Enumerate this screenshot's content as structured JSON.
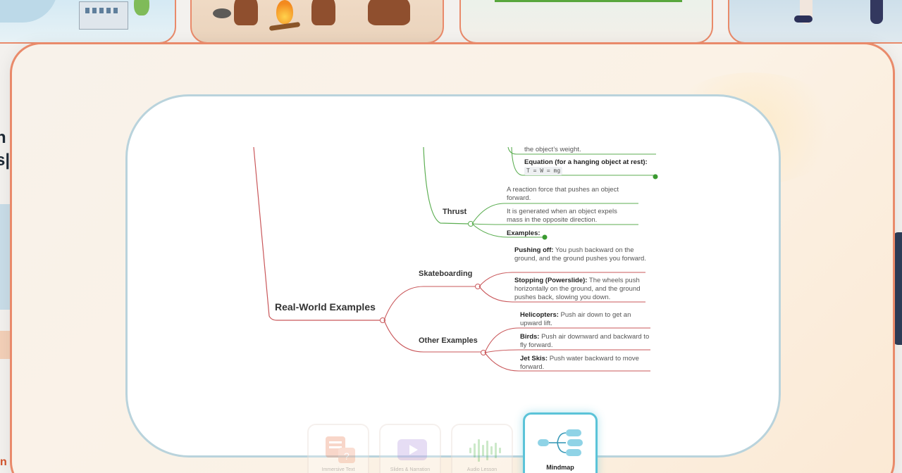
{
  "background": {
    "side_text_1": "n",
    "side_text_2": "s|",
    "bottom_text": "n"
  },
  "mindmap": {
    "root": "Real-World Examples",
    "top_partial": {
      "weight_text": "the object’s weight.",
      "equation_label": "Equation (for a hanging object at rest):",
      "equation_code": "T = W = mg"
    },
    "thrust": {
      "label": "Thrust",
      "items": [
        "A reaction force that pushes an object forward.",
        "It is generated when an object expels mass in the opposite direction."
      ],
      "examples_label": "Examples:"
    },
    "skateboarding": {
      "label": "Skateboarding",
      "items": [
        {
          "bold": "Pushing off:",
          "text": " You push backward on the ground, and the ground pushes you forward."
        },
        {
          "bold": "Stopping (Powerslide):",
          "text": " The wheels push horizontally on the ground, and the ground pushes back, slowing you down."
        }
      ]
    },
    "other_examples": {
      "label": "Other Examples",
      "items": [
        {
          "bold": "Helicopters:",
          "text": " Push air down to get an upward lift."
        },
        {
          "bold": "Birds:",
          "text": " Push air downward and backward to fly forward."
        },
        {
          "bold": "Jet Skis:",
          "text": " Push water backward to move forward."
        }
      ]
    },
    "colors": {
      "green_branch": "#5cae52",
      "red_branch": "#c9575a",
      "frame_border": "#b9d3dc"
    }
  },
  "tabs": [
    {
      "label": "Immersive Text",
      "icon": "immersive-text-icon",
      "active": false
    },
    {
      "label": "Slides & Narration",
      "icon": "play-video-icon",
      "active": false
    },
    {
      "label": "Audio Lesson",
      "icon": "audio-wave-icon",
      "active": false
    },
    {
      "label": "Mindmap",
      "icon": "mindmap-icon",
      "active": true
    }
  ]
}
